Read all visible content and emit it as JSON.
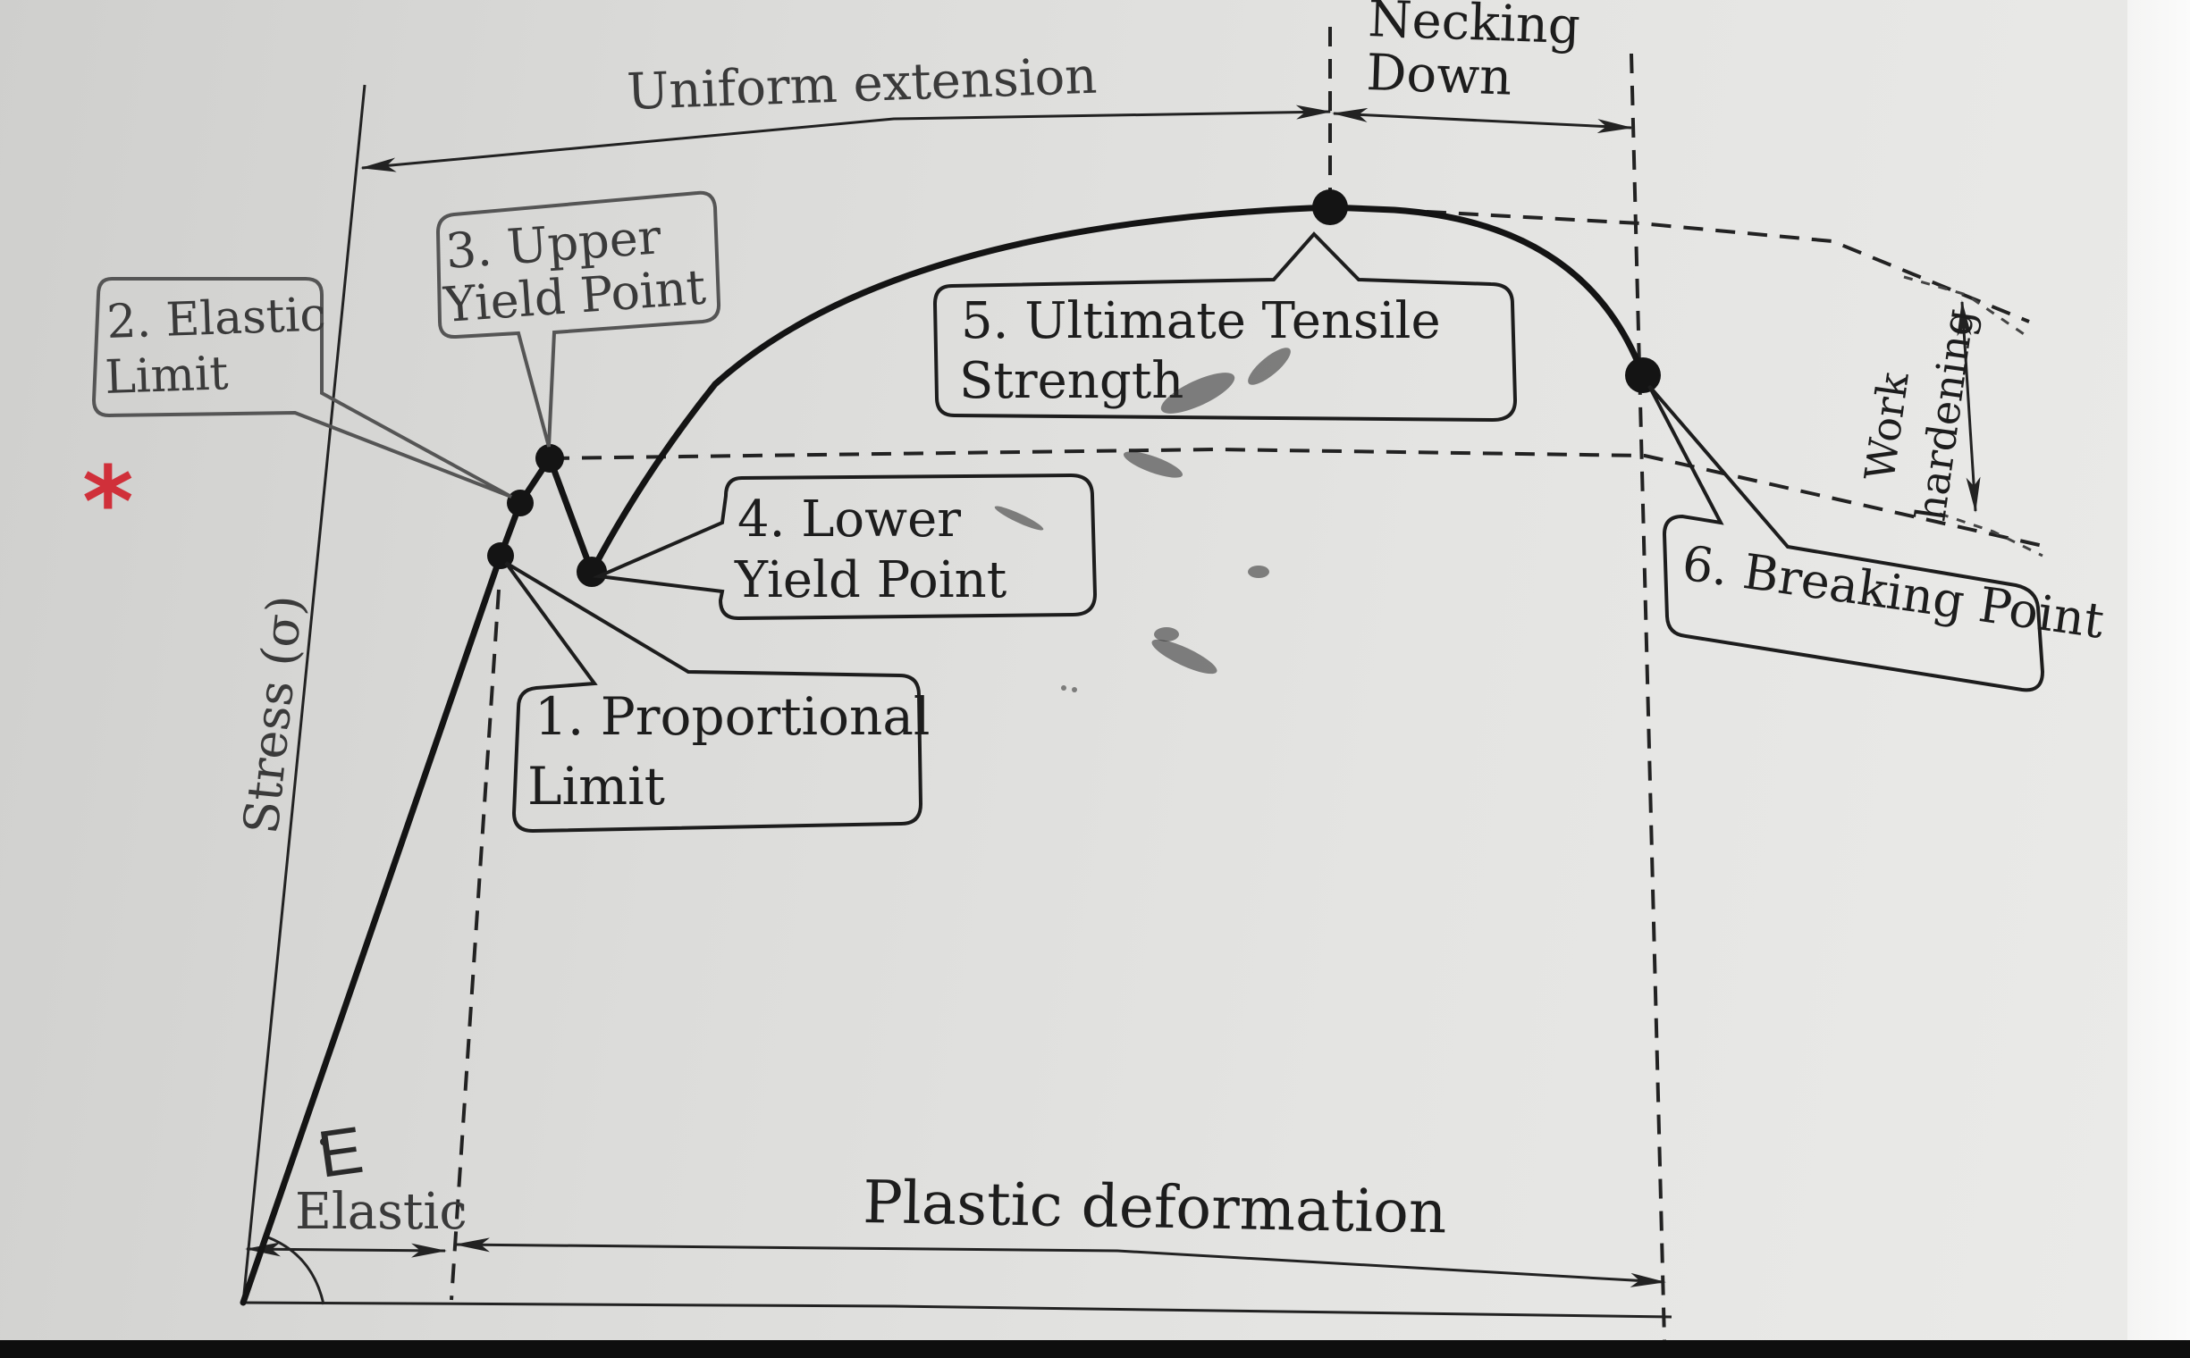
{
  "labels": {
    "uniform_extension": "Uniform extension",
    "necking_line1": "Necking",
    "necking_line2": "Down",
    "elastic_limit_line1": "2. Elastic",
    "elastic_limit_line2": "Limit",
    "upper_yield_line1": "3. Upper",
    "upper_yield_line2": "Yield Point",
    "uts_line1": "5. Ultimate Tensile",
    "uts_line2": "Strength",
    "lower_yield_line1": "4. Lower",
    "lower_yield_line2": "Yield Point",
    "proportional_line1": "1. Proportional",
    "proportional_line2": "Limit",
    "breaking_point": "6. Breaking Point",
    "work_line1": "Work",
    "work_line2": "hardening",
    "stress_axis": "Stress (σ)",
    "elastic_region": "Elastic",
    "modulus": "E",
    "plastic_deformation": "Plastic deformation"
  },
  "annotations": {
    "margin_mark": "*",
    "margin_mark_color": "#d0303a"
  },
  "colors": {
    "ink": "#141414",
    "paper": "#dcdcda"
  }
}
